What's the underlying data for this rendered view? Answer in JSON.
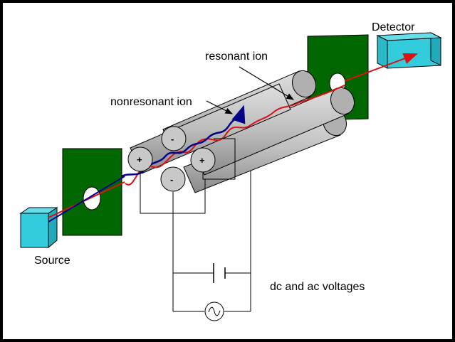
{
  "labels": {
    "detector": "Detector",
    "source": "Source",
    "resonant_ion": "resonant ion",
    "nonresonant_ion": "nonresonant ion",
    "voltages": "dc and ac voltages"
  },
  "rod_signs": {
    "top_left": "-",
    "front_left": "+",
    "front_right": "+",
    "bottom": "-"
  },
  "colors": {
    "frame": "#000000",
    "plate": "#006600",
    "box": "#33ccdd",
    "rod": "#c0c0c0",
    "resonant_path": "#dd1111",
    "nonresonant_path": "#000088"
  }
}
